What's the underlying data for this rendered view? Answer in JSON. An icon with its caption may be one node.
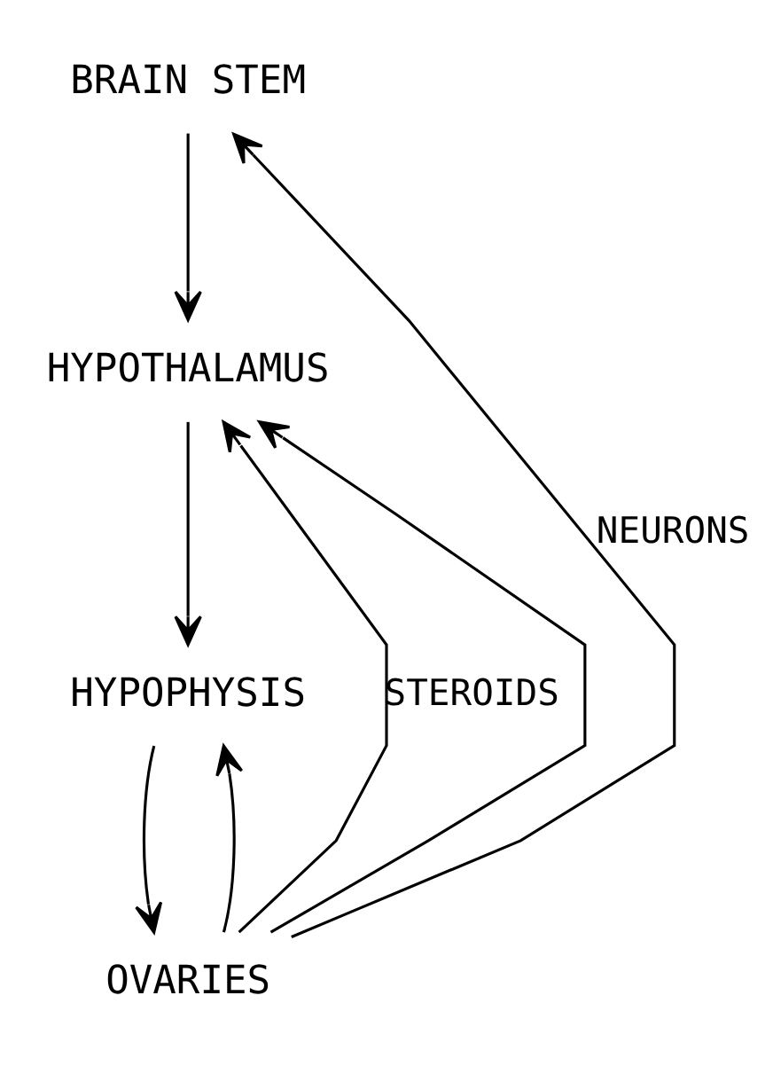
{
  "diagram": {
    "nodes": [
      {
        "text": [
          "BRAIN STEM"
        ]
      },
      {
        "text": [
          "HYPOTHALAMUS"
        ]
      },
      {
        "text": [
          "HYPOPHYSIS"
        ]
      },
      {
        "text": [
          "OVARIES"
        ]
      }
    ],
    "edges": [
      {
        "from": 0,
        "to": 1,
        "arrow": "to"
      },
      {
        "from": 1,
        "to": 2,
        "arrow": "to"
      },
      {
        "from": 2,
        "to": 3,
        "arrow": "to"
      },
      {
        "from": 3,
        "to": 2,
        "arrow": "to"
      },
      {
        "from": 3,
        "to": 1,
        "arrow": "to",
        "label": "STEROIDS"
      },
      {
        "from": 3,
        "to": 1,
        "arrow": "to"
      },
      {
        "from": 3,
        "to": 0,
        "arrow": "to",
        "label": "NEURONS"
      }
    ]
  }
}
